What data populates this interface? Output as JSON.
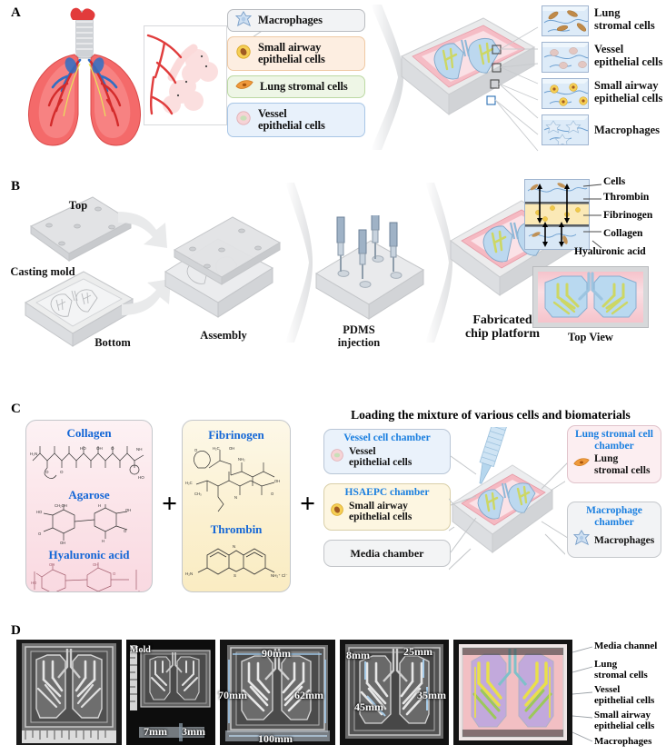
{
  "figure": {
    "panels": [
      "A",
      "B",
      "C",
      "D"
    ]
  },
  "panelA": {
    "letter": "A",
    "legend": [
      {
        "label": "Macrophages",
        "icon": "macrophage-cell-icon",
        "fill": "#f2f3f5",
        "border": "#b9bcc0",
        "cell_color": "#c3d6ee"
      },
      {
        "label": "Small airway\nepithelial cells",
        "icon": "small-airway-epithelial-cell-icon",
        "fill": "#fdeee1",
        "border": "#efc9a4",
        "cell_color": "#f5c342"
      },
      {
        "label": "Lung stromal cells",
        "icon": "lung-stromal-cell-icon",
        "fill": "#eef6e6",
        "border": "#bcd9a4",
        "cell_color": "#e08a2e"
      },
      {
        "label": "Vessel\nepithelial cells",
        "icon": "vessel-epithelial-cell-icon",
        "fill": "#e8f1fb",
        "border": "#a8c6e6",
        "cell_color": "#f3c9ce"
      }
    ],
    "insets": [
      {
        "label": "Lung\nstromal cells",
        "cell": "stromal",
        "cell_color": "#c08a48"
      },
      {
        "label": "Vessel\nepithelial cells",
        "cell": "vessel",
        "cell_color": "#d9b3ae"
      },
      {
        "label": "Small airway\nepithelial cells",
        "cell": "airway",
        "cell_color": "#f5c93e"
      },
      {
        "label": "Macrophages",
        "cell": "macrophage",
        "cell_color": "#cfe0f2"
      }
    ]
  },
  "panelB": {
    "letter": "B",
    "steps": [
      {
        "label": "Casting mold"
      },
      {
        "label": "Top"
      },
      {
        "label": "Bottom"
      },
      {
        "label": "Assembly"
      },
      {
        "label": "PDMS\ninjection"
      },
      {
        "label": "Fabricated\nchip platform"
      },
      {
        "label": "Top View"
      }
    ],
    "callouts": [
      "Cells",
      "Thrombin",
      "Fibrinogen",
      "Collagen",
      "Hyaluronic acid"
    ]
  },
  "panelC": {
    "letter": "C",
    "title": "Loading the mixture of various cells and biomaterials",
    "plus": "+",
    "materials_box_1": {
      "items": [
        "Collagen",
        "Agarose",
        "Hyaluronic acid"
      ],
      "color": "#f9d9e1"
    },
    "materials_box_2": {
      "items": [
        "Fibrinogen",
        "Thrombin"
      ],
      "color": "#faecc2"
    },
    "chambers_left": [
      {
        "title": "Vessel cell chamber",
        "cell": "Vessel\nepithelial cells",
        "icon": "vessel-epithelial-cell-icon",
        "fill": "#eaf2fb",
        "border": "#b9c6d6"
      },
      {
        "title": "HSAEPC chamber",
        "cell": "Small airway\nepithelial cells",
        "icon": "small-airway-epithelial-cell-icon",
        "fill": "#fdf6e1",
        "border": "#d9cfa8"
      },
      {
        "title": "",
        "cell": "Media chamber",
        "icon": "none",
        "fill": "#f3f4f5",
        "border": "#c2c5c9"
      }
    ],
    "chambers_right": [
      {
        "title": "Lung stromal cell\nchamber",
        "cell": "Lung\nstromal cells",
        "icon": "lung-stromal-cell-icon",
        "fill": "#fceef1",
        "border": "#e0c3cb"
      },
      {
        "title": "Macrophage\nchamber",
        "cell": "Macrophages",
        "icon": "macrophage-cell-icon",
        "fill": "#f2f3f5",
        "border": "#c5c8cc"
      }
    ]
  },
  "panelD": {
    "letter": "D",
    "photos": [
      {
        "name": "master-mold-photo",
        "overlay_labels": []
      },
      {
        "name": "mold-thickness-photo",
        "overlay_labels": [
          "Mold",
          "7mm",
          "3mm"
        ]
      },
      {
        "name": "chip-outer-dimensions-photo",
        "overlay_labels": [
          "90mm",
          "70mm",
          "62mm",
          "100mm"
        ]
      },
      {
        "name": "chip-inner-dimensions-photo",
        "overlay_labels": [
          "8mm",
          "25mm",
          "35mm",
          "45mm"
        ]
      },
      {
        "name": "colorized-chip-photo",
        "overlay_labels": []
      }
    ],
    "legend": [
      "Media channel",
      "Lung\nstromal cells",
      "Vessel\nepithelial cells",
      "Small airway\nepithelial cells",
      "Macrophages"
    ]
  }
}
